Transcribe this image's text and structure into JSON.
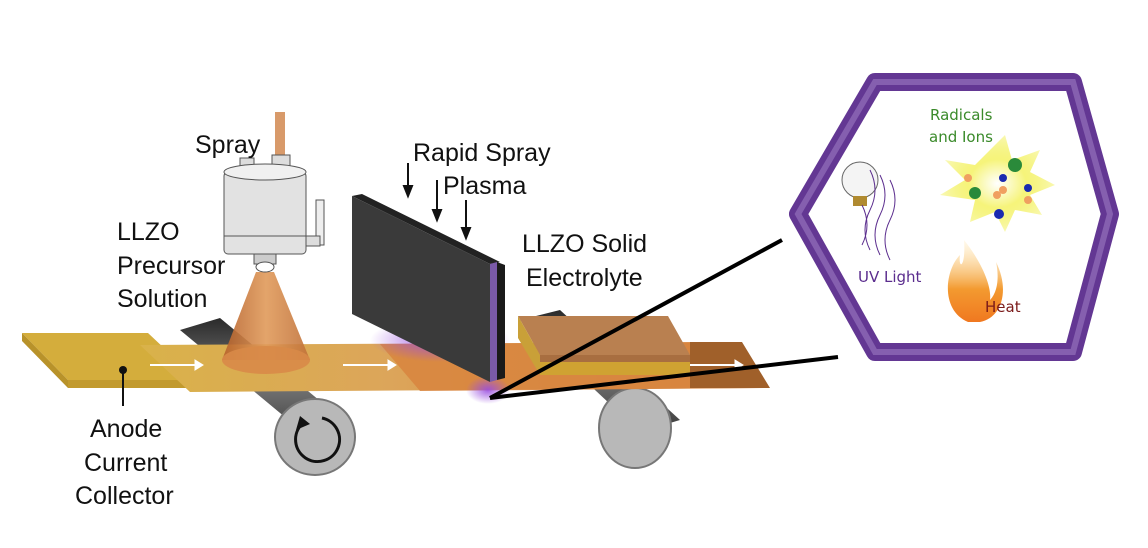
{
  "labels": {
    "spray": "Spray",
    "precursor": [
      "LLZO",
      "Precursor",
      "Solution"
    ],
    "plasma": [
      "Rapid Spray",
      "Plasma"
    ],
    "electrolyte": [
      "LLZO Solid",
      "Electrolyte"
    ],
    "anode": [
      "Anode",
      "Current",
      "Collector"
    ]
  },
  "inset": {
    "radicals": [
      "Radicals",
      "and Ions"
    ],
    "uv": "UV Light",
    "heat": "Heat"
  },
  "colors": {
    "hex_border": "#5b2d8e",
    "radicals_text": "#3a8a2a",
    "uv_text": "#5b2d8e",
    "heat_text": "#7a1a1a",
    "foil": "#d4ad3c",
    "coated": "#d88a48",
    "electrolyte": "#b87a48"
  }
}
